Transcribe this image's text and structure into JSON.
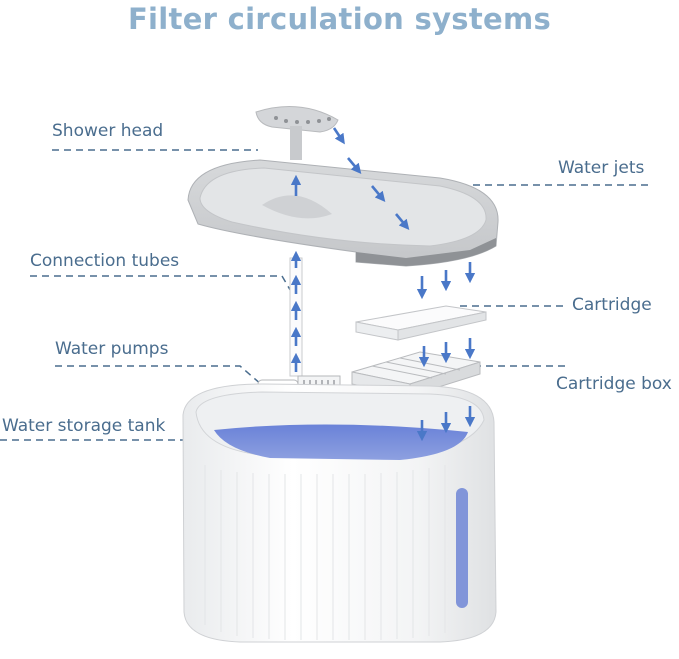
{
  "title": "Filter circulation systems",
  "labels": {
    "shower_head": "Shower head",
    "water_jets": "Water jets",
    "connection_tubes": "Connection tubes",
    "cartridge": "Cartridge",
    "water_pumps": "Water pumps",
    "cartridge_box": "Cartridge box",
    "water_storage_tank": "Water storage tank"
  },
  "colors": {
    "title": "#8eb0cc",
    "label": "#4a6d8e",
    "leader": "#4a6d8e",
    "arrow": "#4a78c8",
    "water": "#6f86d6",
    "body": "#f6f7f8",
    "tray": "#d8dadc"
  }
}
